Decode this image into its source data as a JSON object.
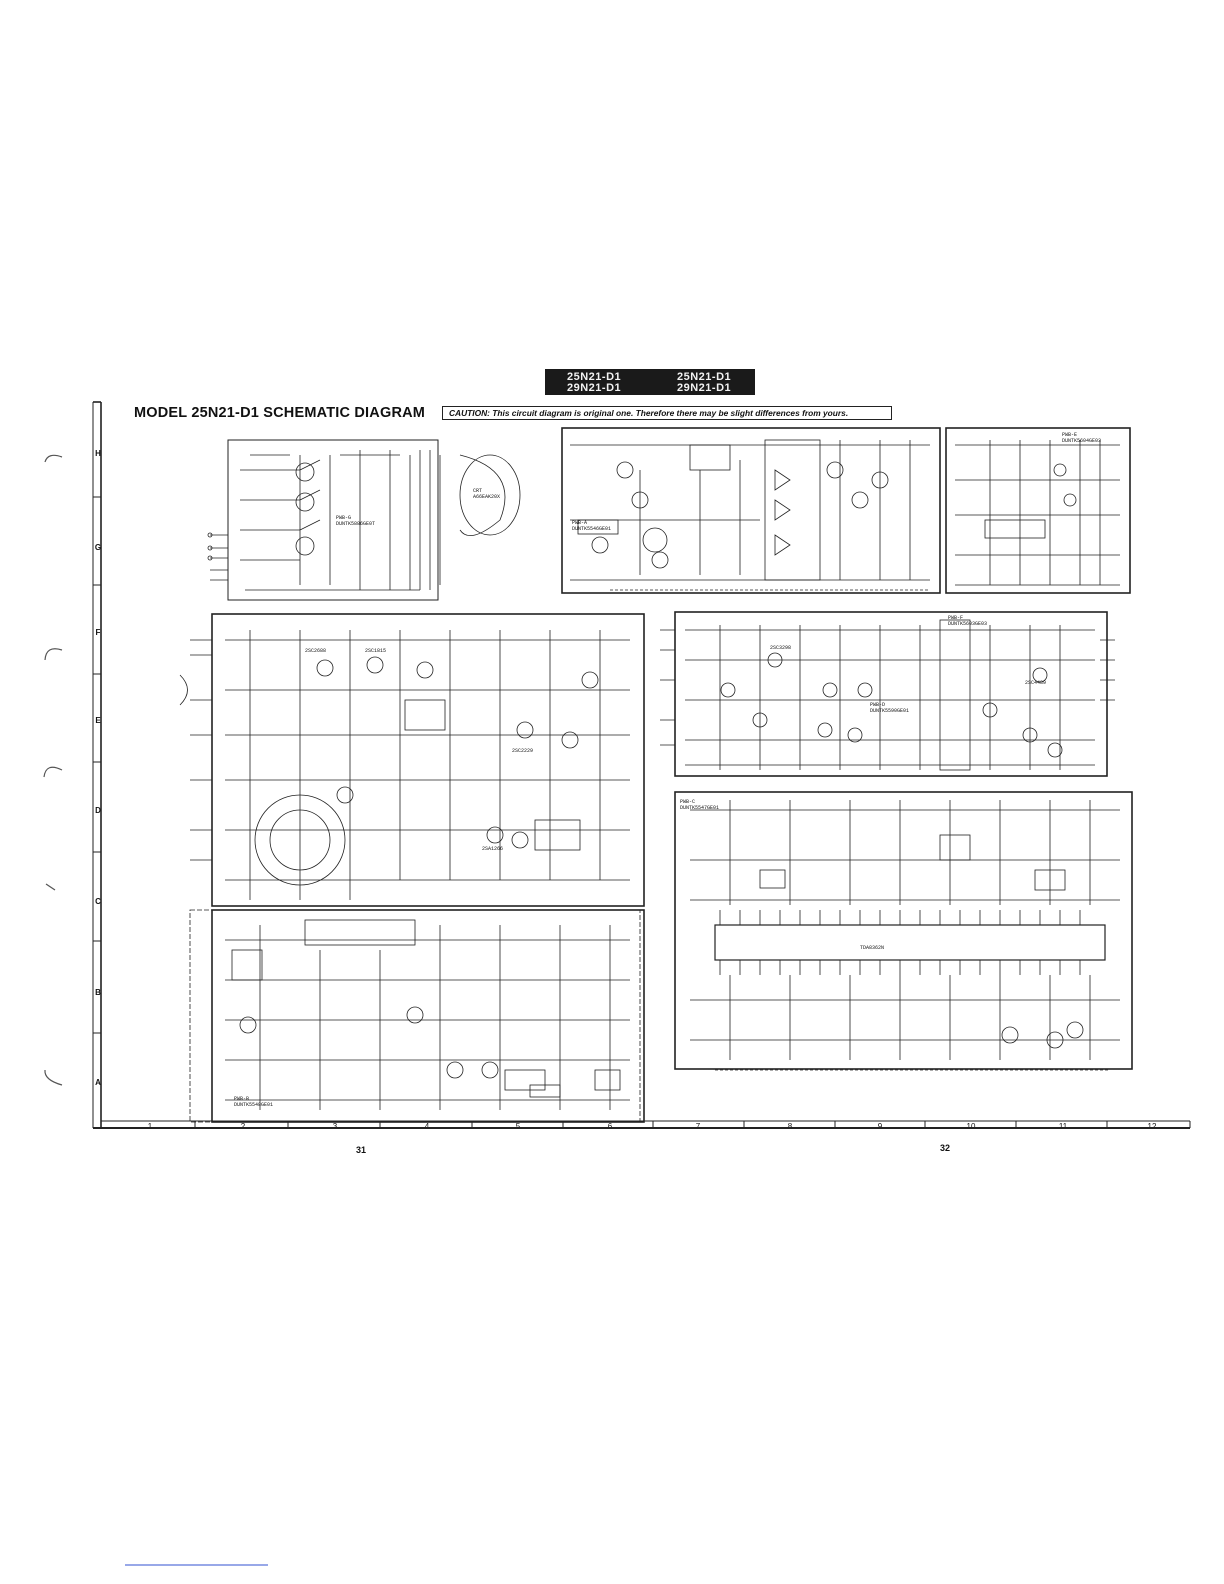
{
  "model_tags": {
    "left_top": "25N21-D1",
    "left_bottom": "29N21-D1",
    "right_top": "25N21-D1",
    "right_bottom": "29N21-D1"
  },
  "title": "MODEL 25N21-D1 SCHEMATIC DIAGRAM",
  "caution": "CAUTION: This circuit diagram is original one. Therefore there may be slight differences from yours.",
  "row_labels": [
    "H",
    "G",
    "F",
    "E",
    "D",
    "C",
    "B",
    "A"
  ],
  "column_labels": [
    "1",
    "2",
    "3",
    "4",
    "5",
    "6",
    "7",
    "8",
    "9",
    "10",
    "11",
    "12"
  ],
  "page_numbers": {
    "left": "31",
    "right": "32"
  },
  "board_labels": {
    "crt_board": "PWB-G",
    "crt_board_code": "DUNTK5886GE0T",
    "deflection_board": "PWB-A",
    "deflection_board_code": "DUNTK5546GE01",
    "av_board": "PWB-D",
    "av_board_code": "DUNTK5590GE01",
    "signal_board": "PWB-C",
    "signal_board_code": "DUNTK5547GE01",
    "power_board": "PWB-B",
    "power_board_code": "DUNTK5548GE01",
    "sound_board": "PWB-E",
    "sound_board_code": "DUNTK5604GE03",
    "tuner_board": "PWB-F",
    "tuner_board_code": "DUNTK5603GE03"
  },
  "ic_labels": {
    "main_ic": "TDA8362N",
    "crt_label": "CRT",
    "crt_code": "A66EAK20X"
  },
  "transistor_labels": [
    "2SC2688",
    "2SC1815",
    "2SC2229",
    "2SA1266",
    "2SC3298",
    "2SC4489"
  ]
}
